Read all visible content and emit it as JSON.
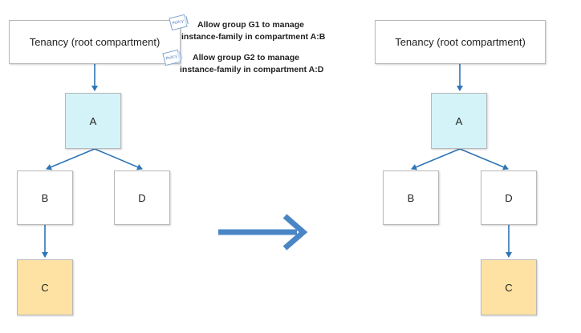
{
  "left": {
    "root_label": "Tenancy (root compartment)",
    "node_a": "A",
    "node_b": "B",
    "node_c": "C",
    "node_d": "D",
    "policy_icon_label": "Policy",
    "policy_1": [
      "Allow group G1 to manage",
      "instance-family in compartment A:B"
    ],
    "policy_2": [
      "Allow group G2 to manage",
      "instance-family in compartment A:D"
    ]
  },
  "right": {
    "root_label": "Tenancy (root compartment)",
    "node_a": "A",
    "node_b": "B",
    "node_c": "C",
    "node_d": "D"
  },
  "colors": {
    "arrow": "#2e75b6",
    "big_arrow": "#4a86c5",
    "compartment_a_fill": "#d4f3f8",
    "compartment_c_fill": "#fde2a3",
    "box_border": "#b8b8b8"
  },
  "icons": [
    "policy-document-icon",
    "right-arrow-icon"
  ]
}
